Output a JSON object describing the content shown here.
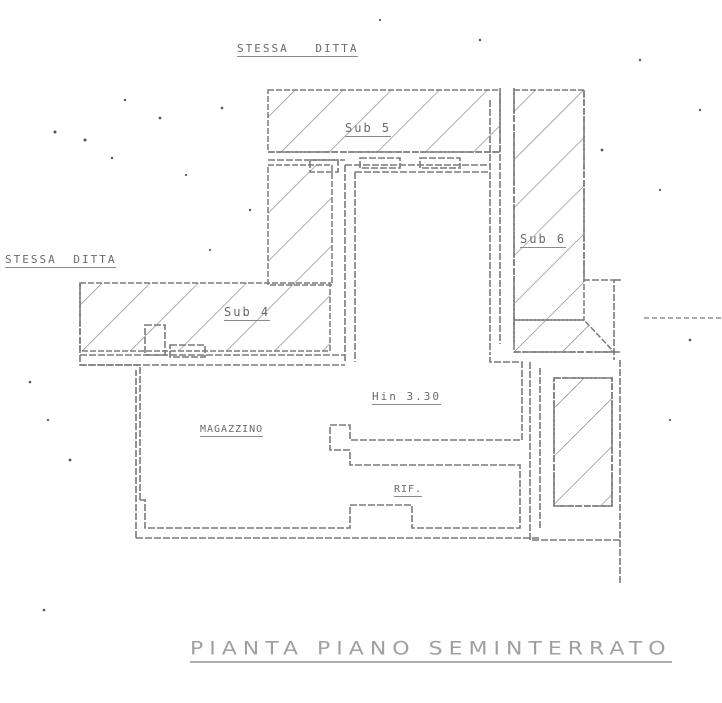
{
  "labels": {
    "top_owner": "STESSA DITTA",
    "left_owner": "STESSA DITTA",
    "right_owner": "",
    "sub_top": "Sub 5",
    "sub_right": "Sub 6",
    "sub_left": "Sub 4",
    "room_storage": "MAGAZZINO",
    "height": "Hin 3.30",
    "rif": "RIF.",
    "room_center": "",
    "room_small": ""
  },
  "title": "PIANTA PIANO SEMINTERRATO",
  "colors": {
    "line": "#7a7a7a",
    "hatch": "#8c8c8c",
    "text": "#6a6a6a"
  }
}
